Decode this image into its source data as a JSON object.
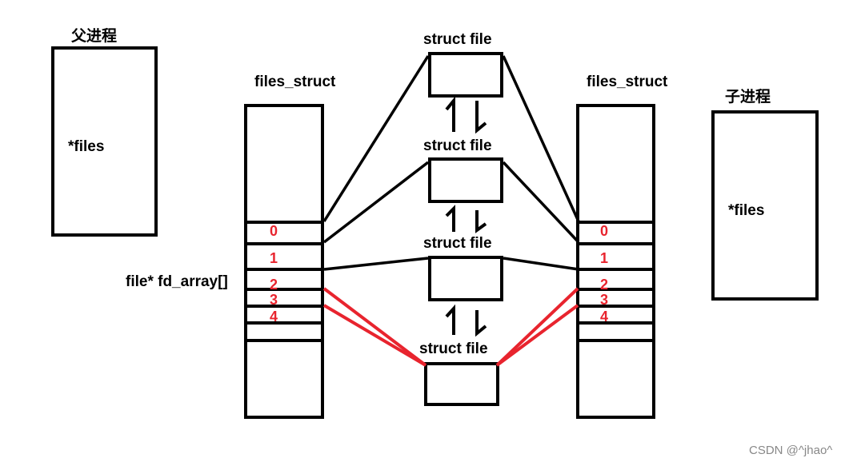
{
  "parent": {
    "title": "父进程",
    "files_label": "*files"
  },
  "child": {
    "title": "子进程",
    "files_label": "*files"
  },
  "left_table": {
    "title": "files_struct",
    "fd_labels": [
      "0",
      "1",
      "2",
      "3",
      "4"
    ]
  },
  "right_table": {
    "title": "files_struct",
    "fd_labels": [
      "0",
      "1",
      "2",
      "3",
      "4"
    ]
  },
  "array_label": "file* fd_array[]",
  "struct_file_labels": [
    "struct file",
    "struct file",
    "struct file",
    "struct file"
  ],
  "arrows": [
    "↿⇂",
    "↿⇂",
    "↿⇂"
  ],
  "watermark": "CSDN @^jhao^",
  "colors": {
    "line": "#000000",
    "accent": "#e8242e",
    "watermark": "#888888"
  }
}
